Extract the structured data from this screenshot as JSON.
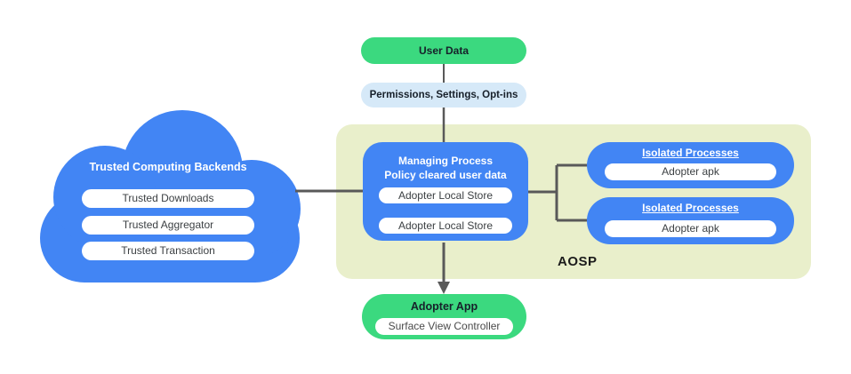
{
  "colors": {
    "node_blue": "#4285f4",
    "node_green": "#3bd97f",
    "permissions_blue": "#d6e9f8",
    "aosp_bg": "#e9efcb",
    "line_gray": "#595959",
    "pill_text": "#3c4043",
    "dark_text": "#17202a"
  },
  "user_data": {
    "label": "User Data"
  },
  "permissions": {
    "label": "Permissions,  Settings, Opt-ins"
  },
  "cloud": {
    "title": "Trusted Computing Backends",
    "pills": [
      "Trusted Downloads",
      "Trusted Aggregator",
      "Trusted Transaction"
    ]
  },
  "aosp": {
    "label": "AOSP",
    "managing_process": {
      "title_line1": "Managing Process",
      "title_line2": "Policy cleared user data",
      "pills": [
        "Adopter Local Store",
        "Adopter Local Store"
      ]
    },
    "isolated_processes": [
      {
        "title": "Isolated Processes",
        "pill": "Adopter apk"
      },
      {
        "title": "Isolated Processes",
        "pill": "Adopter apk"
      }
    ]
  },
  "adopter_app": {
    "title": "Adopter App",
    "pill": "Surface View Controller"
  }
}
